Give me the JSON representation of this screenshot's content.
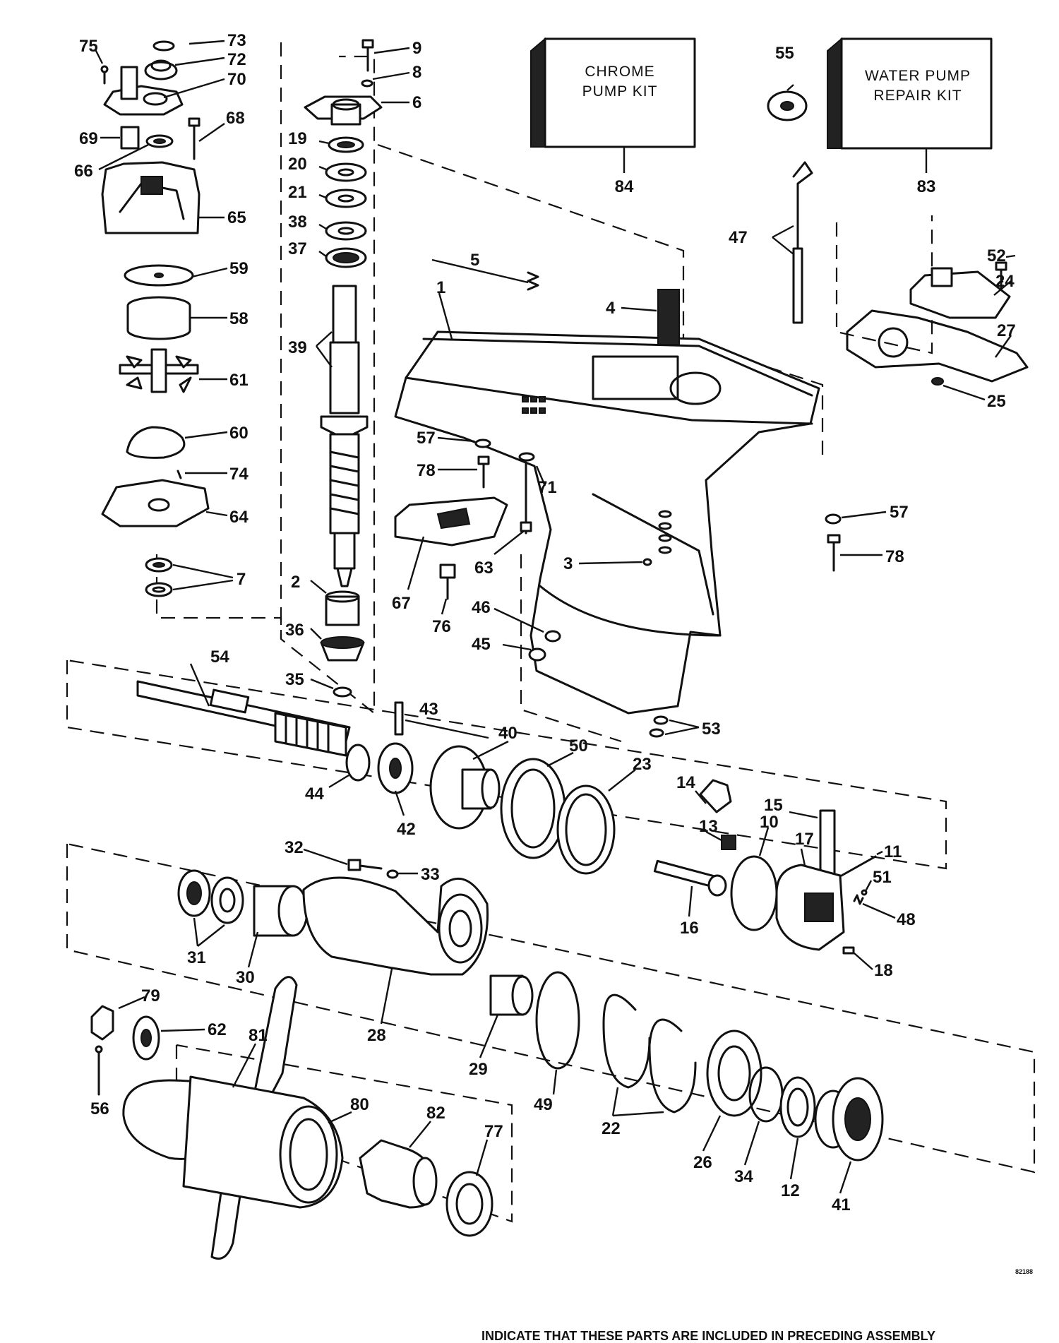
{
  "kits": {
    "chrome_line1": "CHROME",
    "chrome_line2": "PUMP KIT",
    "chrome_number": "84",
    "water_line1": "WATER PUMP",
    "water_line2": "REPAIR KIT",
    "water_number": "83"
  },
  "part_numbers": {
    "p1": "1",
    "p2": "2",
    "p3": "3",
    "p4": "4",
    "p5": "5",
    "p6": "6",
    "p7": "7",
    "p8": "8",
    "p9": "9",
    "p10": "10",
    "p11": "11",
    "p12": "12",
    "p13": "13",
    "p14": "14",
    "p15": "15",
    "p16": "16",
    "p17": "17",
    "p18": "18",
    "p19": "19",
    "p20": "20",
    "p21": "21",
    "p22": "22",
    "p23": "23",
    "p24": "24",
    "p25": "25",
    "p26": "26",
    "p27": "27",
    "p28": "28",
    "p29": "29",
    "p30": "30",
    "p31": "31",
    "p32": "32",
    "p33": "33",
    "p34": "34",
    "p35": "35",
    "p36": "36",
    "p37": "37",
    "p38": "38",
    "p39": "39",
    "p40": "40",
    "p41": "41",
    "p42": "42",
    "p43": "43",
    "p44": "44",
    "p45": "45",
    "p46": "46",
    "p47": "47",
    "p48": "48",
    "p49": "49",
    "p50": "50",
    "p51": "51",
    "p52": "52",
    "p53": "53",
    "p54": "54",
    "p55": "55",
    "p56": "56",
    "p57": "57",
    "p57b": "57",
    "p58": "58",
    "p59": "59",
    "p60": "60",
    "p61": "61",
    "p62": "62",
    "p63": "63",
    "p64": "64",
    "p65": "65",
    "p66": "66",
    "p67": "67",
    "p68": "68",
    "p69": "69",
    "p70": "70",
    "p71": "71",
    "p72": "72",
    "p73": "73",
    "p74": "74",
    "p75": "75",
    "p76": "76",
    "p77": "77",
    "p78": "78",
    "p78b": "78",
    "p79": "79",
    "p80": "80",
    "p81": "81",
    "p82": "82"
  },
  "drawing_code": "82188",
  "footnote": "INDICATE THAT THESE PARTS ARE INCLUDED IN PRECEDING ASSEMBLY"
}
